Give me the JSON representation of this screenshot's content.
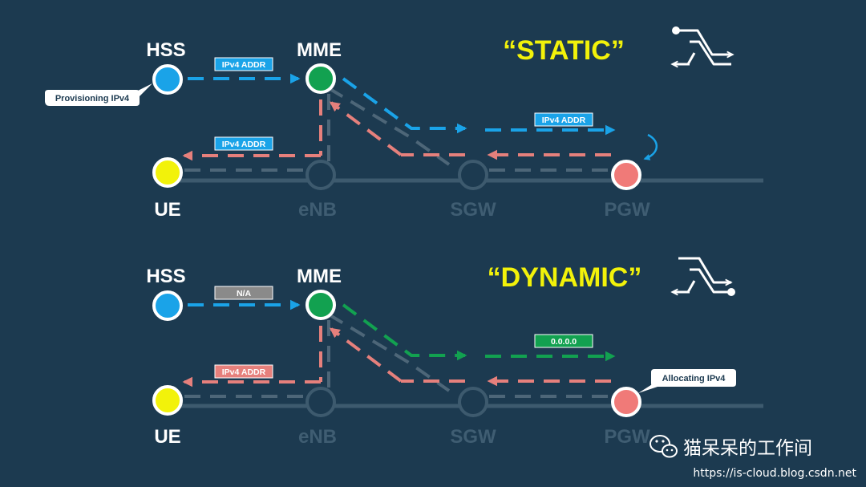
{
  "colors": {
    "background": "#1c3a50",
    "track": "#3d5a6e",
    "node_dim": "#3d5a6e",
    "label_dim": "#3f5d72",
    "hss": "#1aa3e8",
    "mme": "#12a150",
    "ue": "#f2f20a",
    "pgw": "#f07a78",
    "blue_flow": "#1aa3e8",
    "green_flow": "#12a150",
    "pink_flow": "#e6807c",
    "gray_flow": "#4d6678",
    "title": "#f2f20a",
    "na_box": "#8a8a8a"
  },
  "diagrams": [
    {
      "id": "static",
      "title": "“STATIC”",
      "icon": "static-route-icon",
      "nodes": {
        "hss": "HSS",
        "mme": "MME",
        "ue": "UE",
        "enb": "eNB",
        "sgw": "SGW",
        "pgw": "PGW"
      },
      "labels": {
        "hss_to_mme": "IPv4 ADDR",
        "mme_to_ue": "IPv4 ADDR",
        "sgw_to_pgw": "IPv4 ADDR"
      },
      "callout": "Provisioning IPv4"
    },
    {
      "id": "dynamic",
      "title": "“DYNAMIC”",
      "icon": "dynamic-route-icon",
      "nodes": {
        "hss": "HSS",
        "mme": "MME",
        "ue": "UE",
        "enb": "eNB",
        "sgw": "SGW",
        "pgw": "PGW"
      },
      "labels": {
        "hss_to_mme": "N/A",
        "mme_to_ue": "IPv4 ADDR",
        "sgw_to_pgw": "0.0.0.0"
      },
      "callout": "Allocating IPv4"
    }
  ],
  "watermark": {
    "icon": "wechat-icon",
    "name": "猫呆呆的工作间",
    "url": "https://is-cloud.blog.csdn.net"
  }
}
